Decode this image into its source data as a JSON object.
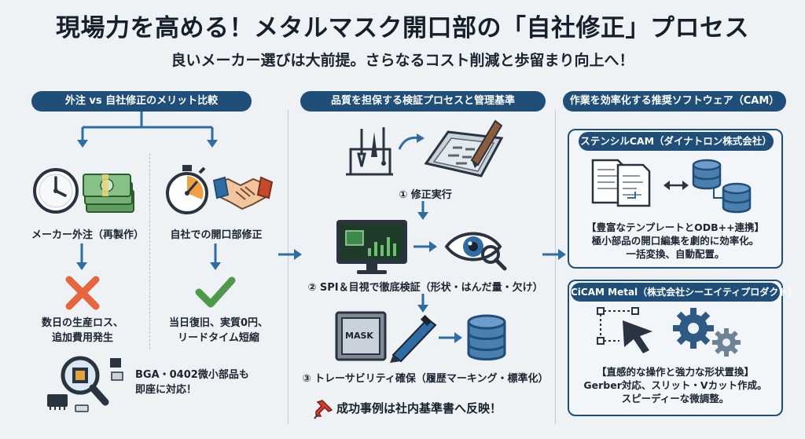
{
  "header": {
    "title": "現場力を高める！メタルマスク開口部の「自社修正」プロセス",
    "subtitle": "良いメーカー選びは大前提。さらなるコスト削減と歩留まり向上へ！"
  },
  "left": {
    "heading": "外注 vs 自社修正のメリット比較",
    "outsource": {
      "label": "メーカー外注（再製作）",
      "result_line1": "数日の生産ロス、",
      "result_line2": "追加費用発生"
    },
    "inhouse": {
      "label": "自社での開口部修正",
      "result_line1": "当日復旧、実質0円、",
      "result_line2": "リードタイム短縮"
    },
    "note_line1": "BGA・0402微小部品も",
    "note_line2": "即座に対応！"
  },
  "middle": {
    "heading": "品質を担保する検証プロセスと管理基準",
    "step1": "① 修正実行",
    "step2": "② SPI＆目視で徹底検証（形状・はんだ量・欠け）",
    "step3": "③ トレーサビリティ確保（履歴マーキング・標準化）",
    "mask_label": "MASK",
    "conclusion": "成功事例は社内基準書へ反映！"
  },
  "right": {
    "heading": "作業を効率化する推奨ソフトウェア（CAM）",
    "cam1": {
      "title": "ステンシルCAM（ダイナトロン株式会社）",
      "line1": "【豊富なテンプレートとODB++連携】",
      "line2": "極小部品の開口編集を劇的に効率化。",
      "line3": "一括変換、自動配置。"
    },
    "cam2": {
      "title": "CiCAM Metal（株式会社シーエイティプロダクト）",
      "line1": "【直感的な操作と強力な形状置換】",
      "line2": "Gerber対応、スリット・Vカット作成。",
      "line3": "スピーディーな微調整。"
    }
  },
  "colors": {
    "navy": "#1f4e79",
    "accent_blue": "#2e6da4",
    "cross_orange": "#e8643c",
    "check_green": "#4c9a4a",
    "money_green": "#6aa86a"
  }
}
